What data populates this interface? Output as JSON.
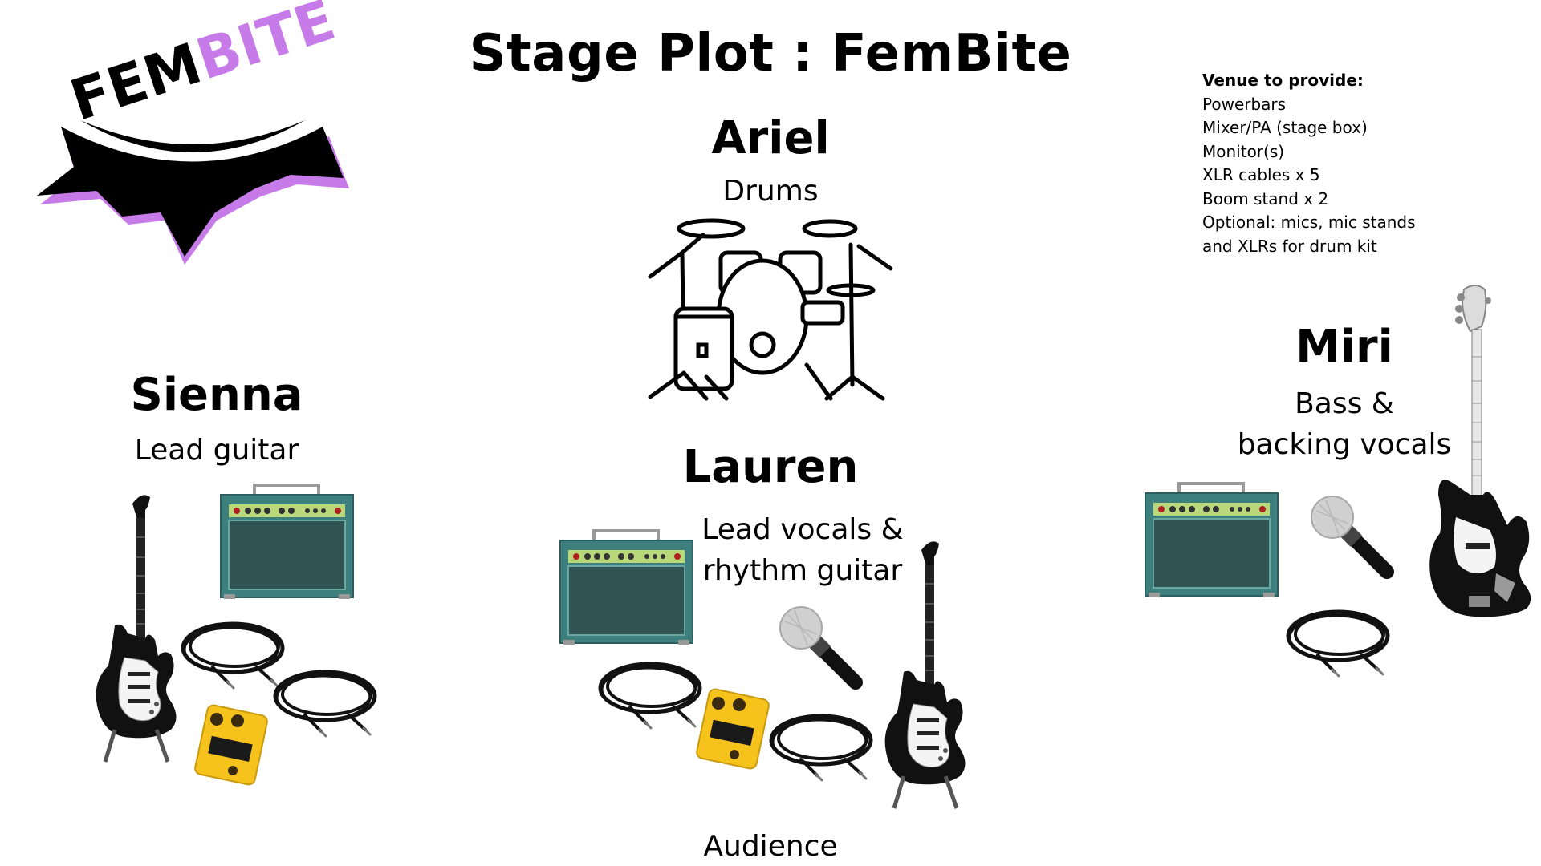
{
  "title": "Stage Plot : FemBite",
  "logo": {
    "text": "FEMBITE",
    "colors": {
      "black": "#000000",
      "purple": "#c77be8"
    }
  },
  "performers": {
    "ariel": {
      "name": "Ariel",
      "role": "Drums"
    },
    "sienna": {
      "name": "Sienna",
      "role": "Lead guitar"
    },
    "lauren": {
      "name": "Lauren",
      "role_line1": "Lead vocals &",
      "role_line2": "rhythm guitar"
    },
    "miri": {
      "name": "Miri",
      "role_line1": "Bass &",
      "role_line2": "backing vocals"
    }
  },
  "venue": {
    "heading": "Venue to provide:",
    "items": [
      "Powerbars",
      "Mixer/PA (stage box)",
      "Monitor(s)",
      "XLR cables x 5",
      "Boom stand x 2",
      "Optional: mics, mic stands",
      "and XLRs for drum kit"
    ]
  },
  "audience": "Audience",
  "colors": {
    "amp_body": "#3d7f7d",
    "amp_face": "#2f5453",
    "amp_panel": "#b8d87a",
    "pedal": "#f6c21c"
  },
  "icons": [
    "drum-kit-icon",
    "amp-icon",
    "electric-guitar-icon",
    "bass-guitar-icon",
    "microphone-icon",
    "cable-icon",
    "pedal-icon"
  ]
}
